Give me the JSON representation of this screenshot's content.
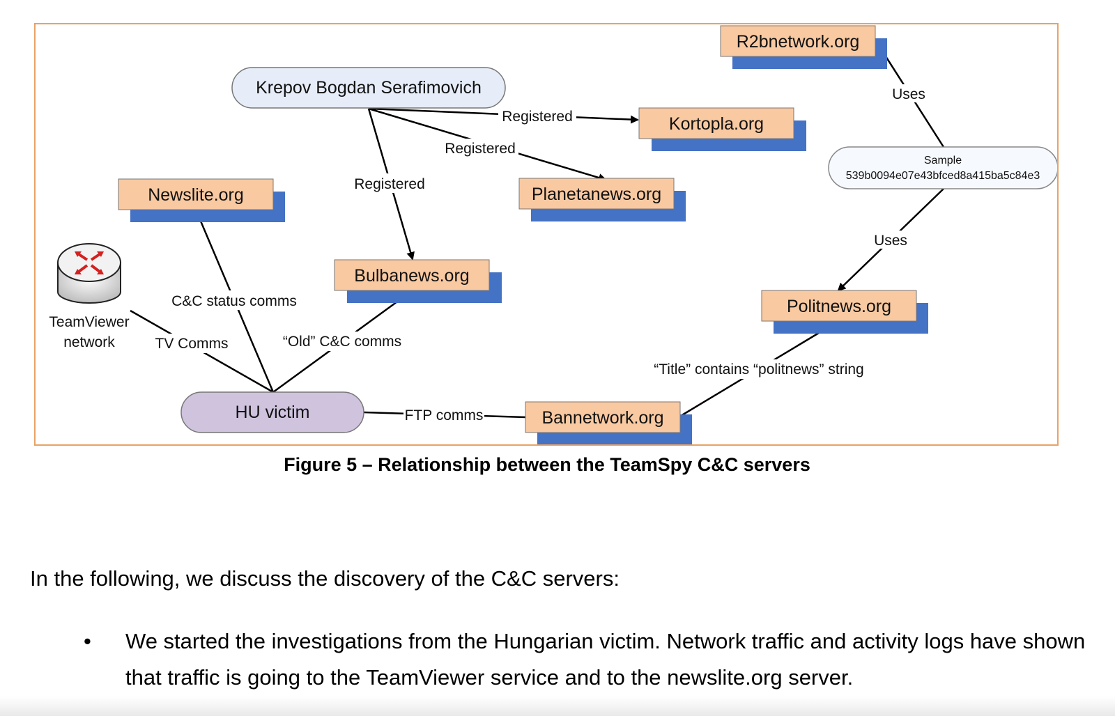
{
  "figure": {
    "nodes": {
      "r2bnetwork": "R2bnetwork.org",
      "krepov": "Krepov Bogdan Serafimovich",
      "kortopla": "Kortopla.org",
      "planetanews": "Planetanews.org",
      "newslite": "Newslite.org",
      "bulbanews": "Bulbanews.org",
      "politnews": "Politnews.org",
      "bannetwork": "Bannetwork.org",
      "hu_victim": "HU victim",
      "teamviewer_line1": "TeamViewer",
      "teamviewer_line2": "network",
      "sample_line1": "Sample",
      "sample_line2": "539b0094e07e43bfced8a415ba5c84e3"
    },
    "edges": {
      "registered_kortopla": "Registered",
      "registered_planetanews": "Registered",
      "registered_bulbanews": "Registered",
      "uses_r2b": "Uses",
      "uses_politnews": "Uses",
      "cc_status": "C&C status comms",
      "tv_comms": "TV Comms",
      "old_cc": "“Old” C&C comms",
      "title_contains": "“Title” contains “politnews” string",
      "ftp_comms": "FTP comms"
    },
    "caption": "Figure 5 – Relationship between the TeamSpy C&C servers"
  },
  "body": {
    "intro": "In the following, we discuss the discovery of the C&C servers:",
    "bullets": [
      "We started the investigations from the Hungarian victim. Network traffic and activity logs have shown that traffic is going to the TeamViewer service and to the newslite.org server."
    ]
  },
  "colors": {
    "domain_box": "#f9c9a1",
    "domain_shadow": "#4472c4",
    "person_fill": "#e6edf8",
    "victim_fill": "#cfc3de",
    "frame": "#e8a264"
  }
}
